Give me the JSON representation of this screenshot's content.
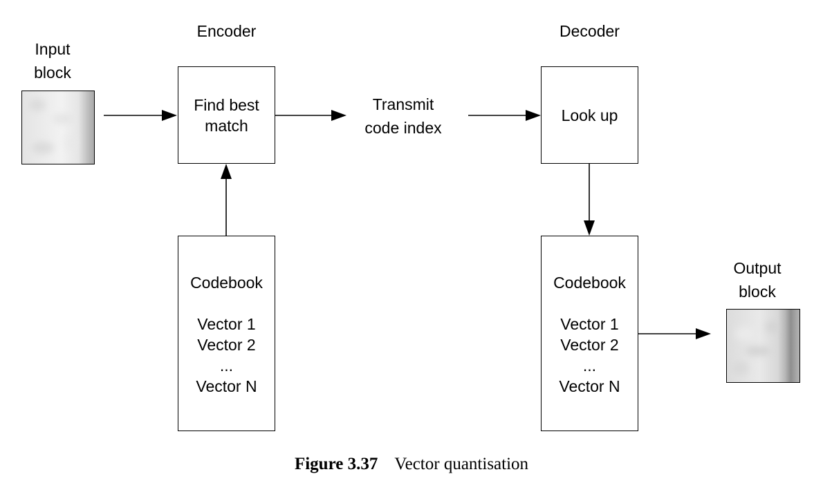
{
  "encoder_label": "Encoder",
  "decoder_label": "Decoder",
  "input_block_label": [
    "Input",
    "block"
  ],
  "output_block_label": [
    "Output",
    "block"
  ],
  "find_best_match": [
    "Find best",
    "match"
  ],
  "transmit_label": [
    "Transmit",
    "code index"
  ],
  "look_up": "Look up",
  "encoder_codebook": {
    "title": "Codebook",
    "vectors": [
      "Vector 1",
      "Vector 2",
      "...",
      "Vector N"
    ]
  },
  "decoder_codebook": {
    "title": "Codebook",
    "vectors": [
      "Vector 1",
      "Vector 2",
      "...",
      "Vector N"
    ]
  },
  "caption": {
    "number": "Figure 3.37",
    "text": "Vector quantisation"
  }
}
